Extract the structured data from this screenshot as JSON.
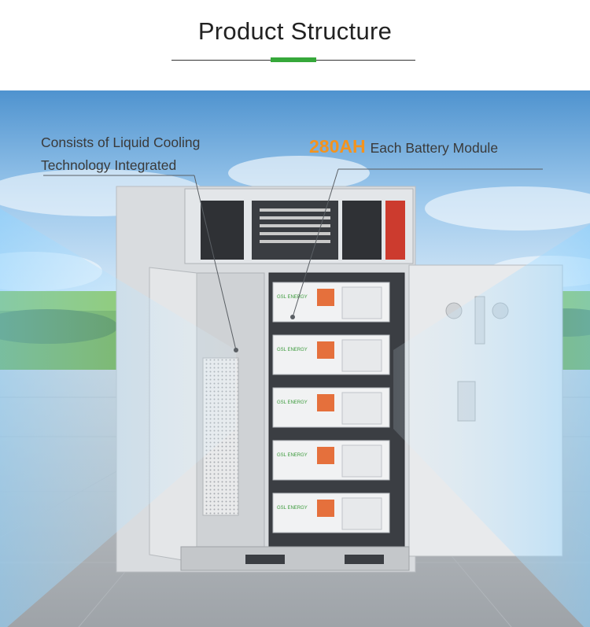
{
  "header": {
    "title": "Product Structure",
    "accent_color": "#36a83a"
  },
  "callouts": {
    "left": {
      "line1": "Consists of Liquid Cooling",
      "line2": "Technology Integrated"
    },
    "right": {
      "highlight": "280AH",
      "text": "Each Battery Module",
      "highlight_color": "#f3931e"
    }
  },
  "battery_module": {
    "brand": "GSL ENERGY"
  },
  "icons": [
    "cabinet-illustration",
    "battery-module-icon",
    "cooling-airflow-icon",
    "sky-background"
  ]
}
